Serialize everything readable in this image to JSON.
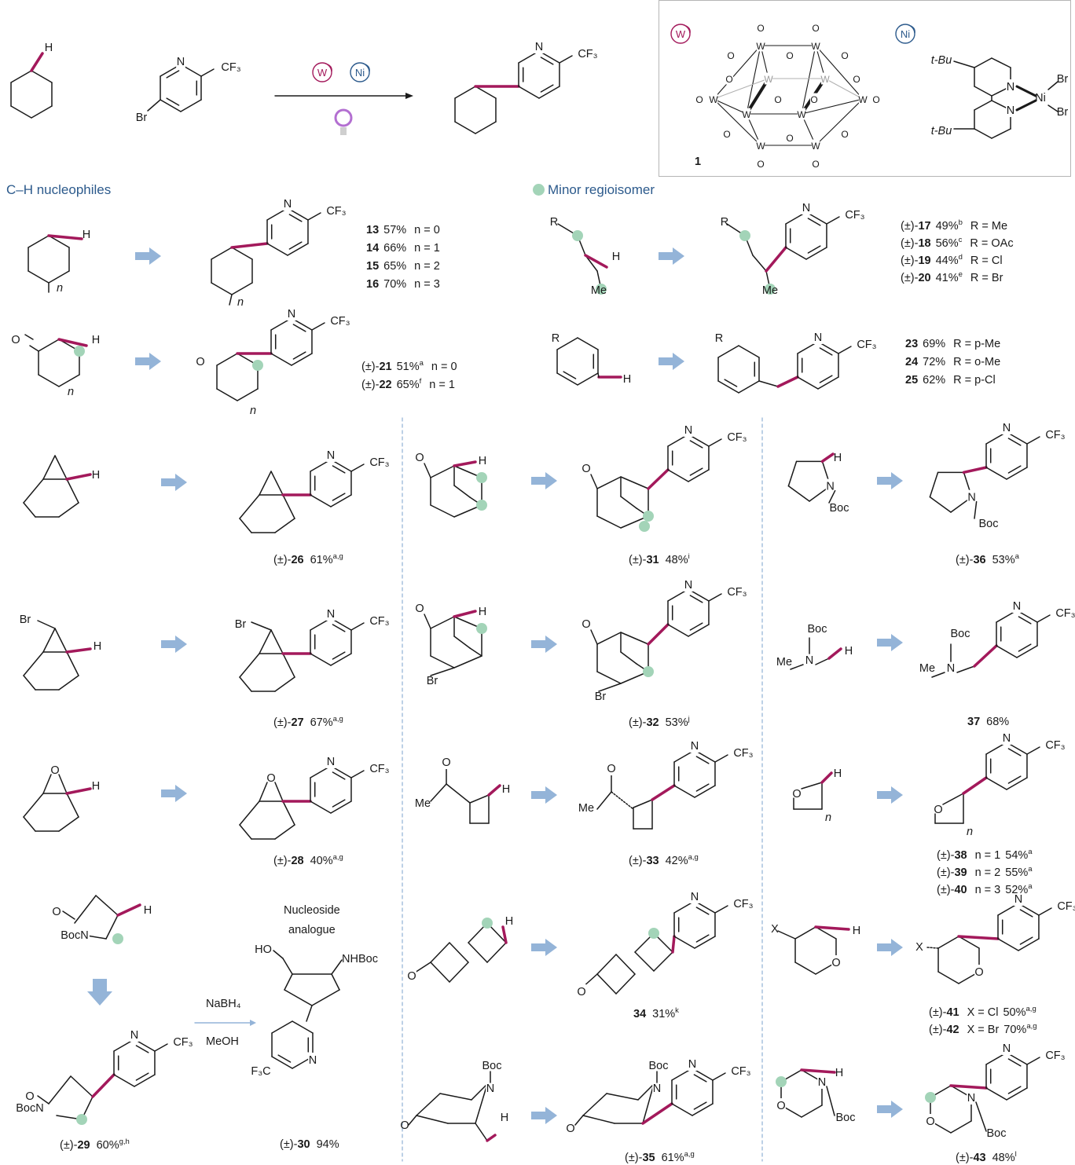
{
  "panel": {
    "catalyst_number": "1",
    "w_badge": "W",
    "ni_badge": "Ni",
    "atom_w": "W",
    "atom_o": "O",
    "ni_label": "Ni",
    "br": "Br",
    "tbu": "t-Bu",
    "n": "N"
  },
  "top_scheme": {
    "h": "H",
    "br": "Br",
    "n": "N",
    "cf3": "CF₃",
    "w_badge": "W",
    "ni_badge": "Ni"
  },
  "sections": {
    "ch_nucleophiles": "C–H nucleophiles",
    "minor_regioisomer": "Minor regioisomer"
  },
  "colors": {
    "bond_highlight": "#a3195b",
    "arrow_fill": "#94b4d8",
    "regio_dot": "#a3d4b8",
    "heading": "#2c5a8c",
    "w_badge": "#a3195b",
    "ni_badge": "#2c5a8c",
    "lamp": "#b36fd1",
    "divider": "#8fb0d4"
  },
  "atoms": {
    "h": "H",
    "n": "N",
    "o": "O",
    "br": "Br",
    "cf3": "CF₃",
    "f3c": "F₃C",
    "boc": "Boc",
    "bocn": "BocN",
    "me": "Me",
    "r": "R",
    "x": "X",
    "nn": "n",
    "ho": "HO",
    "nhboc": "NHBoc"
  },
  "entries_13_16": [
    {
      "num": "13",
      "yield": "57%",
      "cond": "n = 0"
    },
    {
      "num": "14",
      "yield": "66%",
      "cond": "n = 1"
    },
    {
      "num": "15",
      "yield": "65%",
      "cond": "n = 2"
    },
    {
      "num": "16",
      "yield": "70%",
      "cond": "n = 3"
    }
  ],
  "entries_17_20": [
    {
      "pre": "(±)-",
      "num": "17",
      "yield": "49%",
      "sup": "b",
      "cond": "R = Me"
    },
    {
      "pre": "(±)-",
      "num": "18",
      "yield": "56%",
      "sup": "c",
      "cond": "R = OAc"
    },
    {
      "pre": "(±)-",
      "num": "19",
      "yield": "44%",
      "sup": "d",
      "cond": "R = Cl"
    },
    {
      "pre": "(±)-",
      "num": "20",
      "yield": "41%",
      "sup": "e",
      "cond": "R = Br"
    }
  ],
  "entries_21_22": [
    {
      "pre": "(±)-",
      "num": "21",
      "yield": "51%",
      "sup": "a",
      "cond": "n = 0"
    },
    {
      "pre": "(±)-",
      "num": "22",
      "yield": "65%",
      "sup": "f",
      "cond": "n = 1"
    }
  ],
  "entries_23_25": [
    {
      "num": "23",
      "yield": "69%",
      "cond": "R = p-Me"
    },
    {
      "num": "24",
      "yield": "72%",
      "cond": "R = o-Me"
    },
    {
      "num": "25",
      "yield": "62%",
      "cond": "R = p-Cl"
    }
  ],
  "cmpd": {
    "c26": {
      "pre": "(±)-",
      "num": "26",
      "yield": "61%",
      "sup": "a,g"
    },
    "c27": {
      "pre": "(±)-",
      "num": "27",
      "yield": "67%",
      "sup": "a,g"
    },
    "c28": {
      "pre": "(±)-",
      "num": "28",
      "yield": "40%",
      "sup": "a,g"
    },
    "c29": {
      "pre": "(±)-",
      "num": "29",
      "yield": "60%",
      "sup": "g,h"
    },
    "c30": {
      "pre": "(±)-",
      "num": "30",
      "yield": "94%"
    },
    "c31": {
      "pre": "(±)-",
      "num": "31",
      "yield": "48%",
      "sup": "i"
    },
    "c32": {
      "pre": "(±)-",
      "num": "32",
      "yield": "53%",
      "sup": "j"
    },
    "c33": {
      "pre": "(±)-",
      "num": "33",
      "yield": "42%",
      "sup": "a,g"
    },
    "c34": {
      "num": "34",
      "yield": "31%",
      "sup": "k"
    },
    "c35": {
      "pre": "(±)-",
      "num": "35",
      "yield": "61%",
      "sup": "a,g"
    },
    "c36": {
      "pre": "(±)-",
      "num": "36",
      "yield": "53%",
      "sup": "a"
    },
    "c37": {
      "num": "37",
      "yield": "68%"
    },
    "c43": {
      "pre": "(±)-",
      "num": "43",
      "yield": "48%",
      "sup": "l"
    }
  },
  "entries_38_40": [
    {
      "pre": "(±)-",
      "num": "38",
      "cond": "n = 1",
      "yield": "54%",
      "sup": "a"
    },
    {
      "pre": "(±)-",
      "num": "39",
      "cond": "n = 2",
      "yield": "55%",
      "sup": "a"
    },
    {
      "pre": "(±)-",
      "num": "40",
      "cond": "n = 3",
      "yield": "52%",
      "sup": "a"
    }
  ],
  "entries_41_42": [
    {
      "pre": "(±)-",
      "num": "41",
      "cond": "X = Cl",
      "yield": "50%",
      "sup": "a,g"
    },
    {
      "pre": "(±)-",
      "num": "42",
      "cond": "X = Br",
      "yield": "70%",
      "sup": "a,g"
    }
  ],
  "nucleoside": {
    "line1": "Nucleoside",
    "line2": "analogue"
  },
  "reagents": {
    "line1": "NaBH₄",
    "line2": "MeOH"
  }
}
